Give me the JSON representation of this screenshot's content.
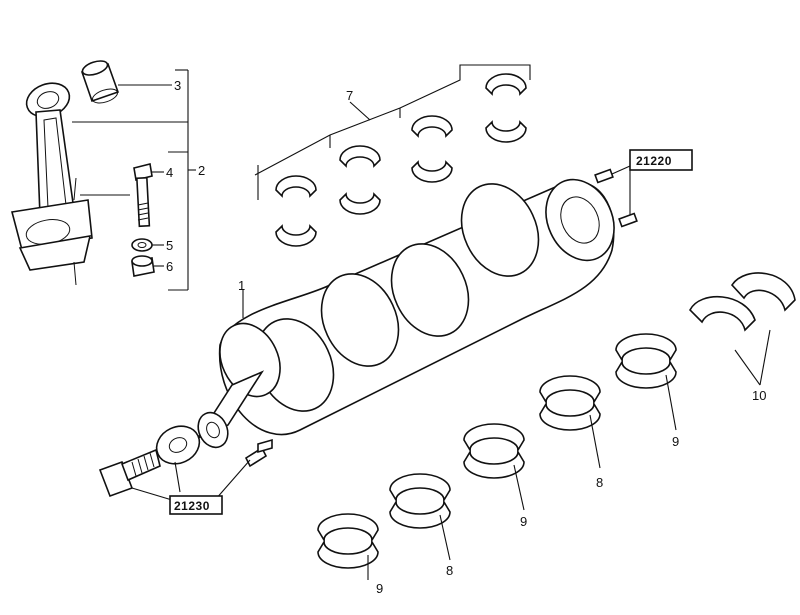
{
  "callouts": {
    "c1": "1",
    "c2": "2",
    "c3": "3",
    "c4": "4",
    "c5": "5",
    "c6": "6",
    "c7": "7",
    "c8a": "8",
    "c8b": "8",
    "c9a": "9",
    "c9b": "9",
    "c9c": "9",
    "c10": "10"
  },
  "references": {
    "ref_top": "21220",
    "ref_bottom": "21230"
  }
}
